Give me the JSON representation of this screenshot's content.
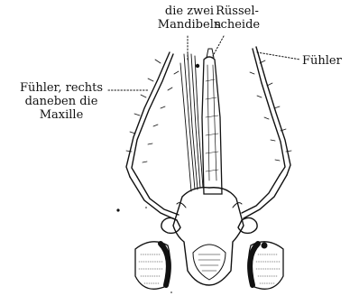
{
  "labels": {
    "mandibeln_line1": "die zwei",
    "mandibeln_line2": "Mandibeln",
    "ruessel_line1": "Rüssel-",
    "ruessel_line2": "scheide",
    "fuehler_right": "Fühler",
    "fuehler_left_line1": "Fühler, rechts",
    "fuehler_left_line2": "daneben die",
    "fuehler_left_line3": "Maxille"
  },
  "colors": {
    "ink": "#111111",
    "paper": "#ffffff"
  }
}
